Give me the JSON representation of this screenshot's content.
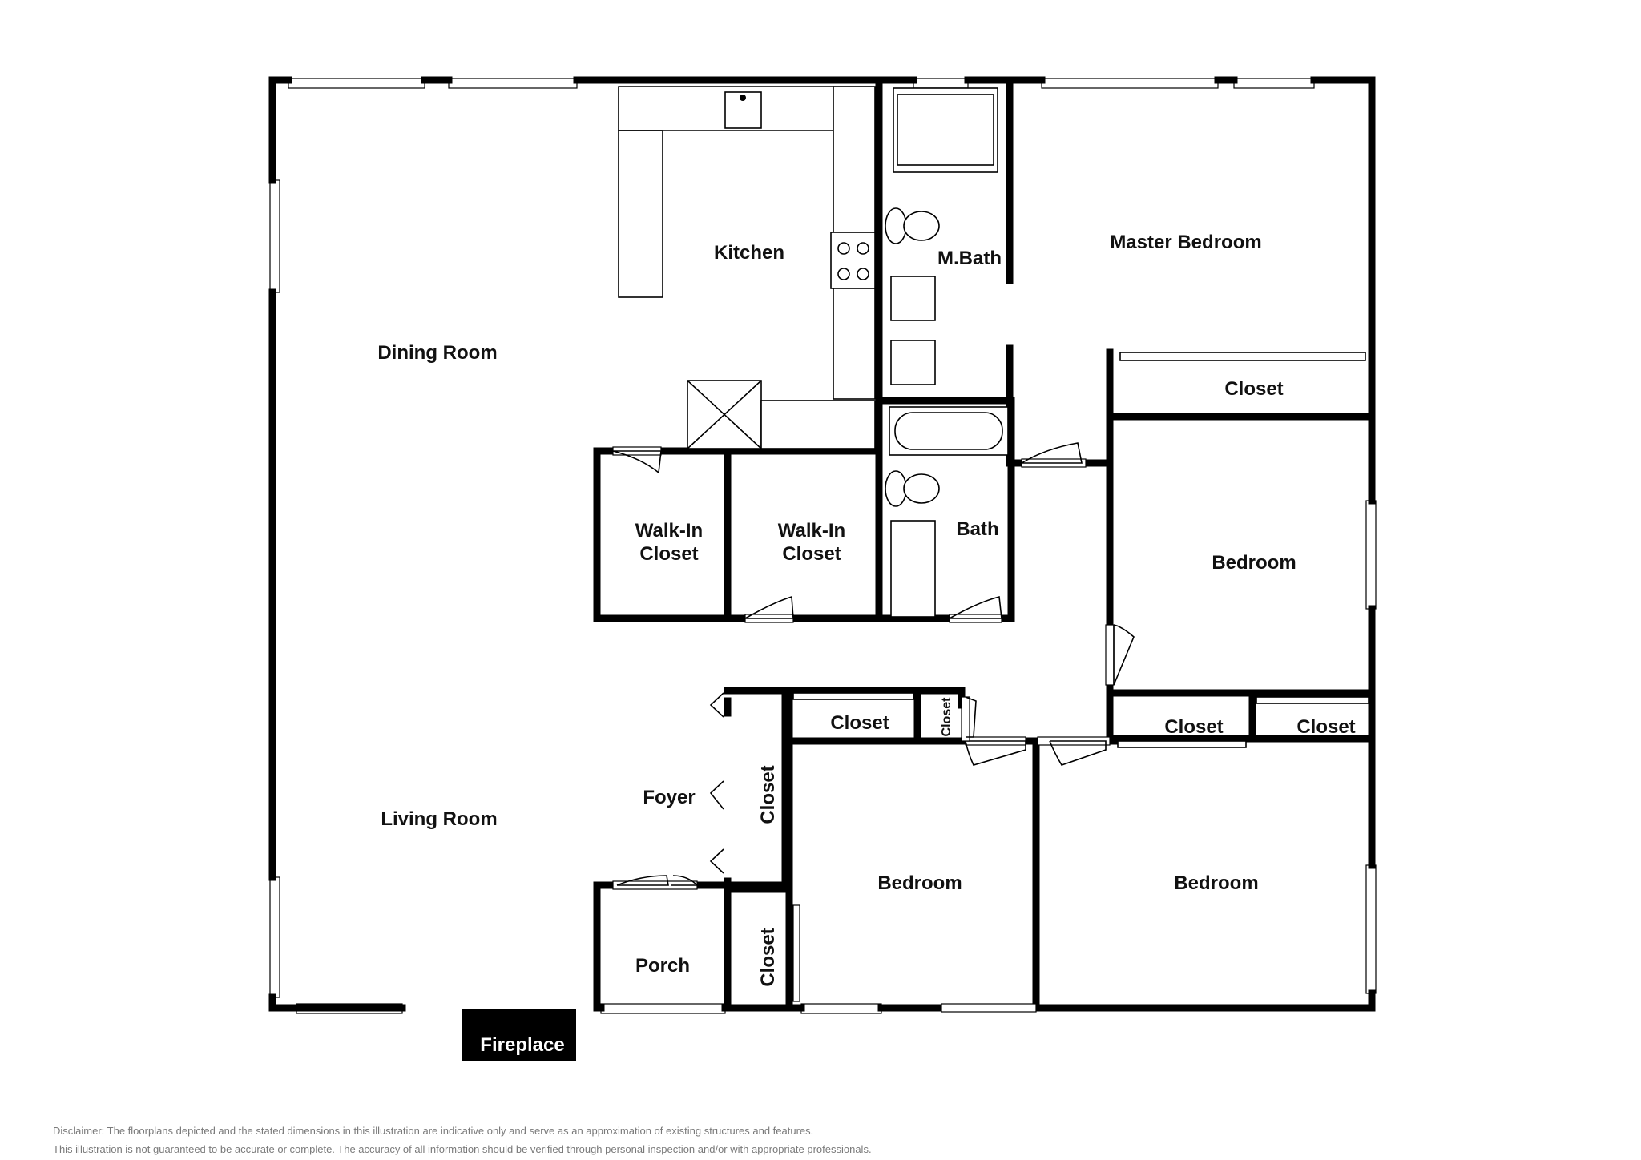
{
  "rooms": {
    "dining_room": "Dining Room",
    "kitchen": "Kitchen",
    "master_bath": "M.Bath",
    "master_bedroom": "Master Bedroom",
    "master_closet": "Closet",
    "walkin_closet_1_line1": "Walk-In",
    "walkin_closet_1_line2": "Closet",
    "walkin_closet_2_line1": "Walk-In",
    "walkin_closet_2_line2": "Closet",
    "bath": "Bath",
    "bedroom_east": "Bedroom",
    "hall_closet": "Closet",
    "small_closet": "Closet",
    "closet_east_1": "Closet",
    "closet_east_2": "Closet",
    "foyer": "Foyer",
    "foyer_closet": "Closet",
    "living_room": "Living Room",
    "bedroom_south_1": "Bedroom",
    "bedroom_south_2": "Bedroom",
    "porch": "Porch",
    "porch_closet": "Closet",
    "fireplace": "Fireplace"
  },
  "disclaimer": {
    "line1": "Disclaimer: The floorplans depicted and the stated dimensions in this illustration are indicative only and serve as an approximation of existing structures and features.",
    "line2": "This illustration is not guaranteed to be accurate or complete. The accuracy of all information should be verified through personal inspection and/or with appropriate professionals."
  }
}
